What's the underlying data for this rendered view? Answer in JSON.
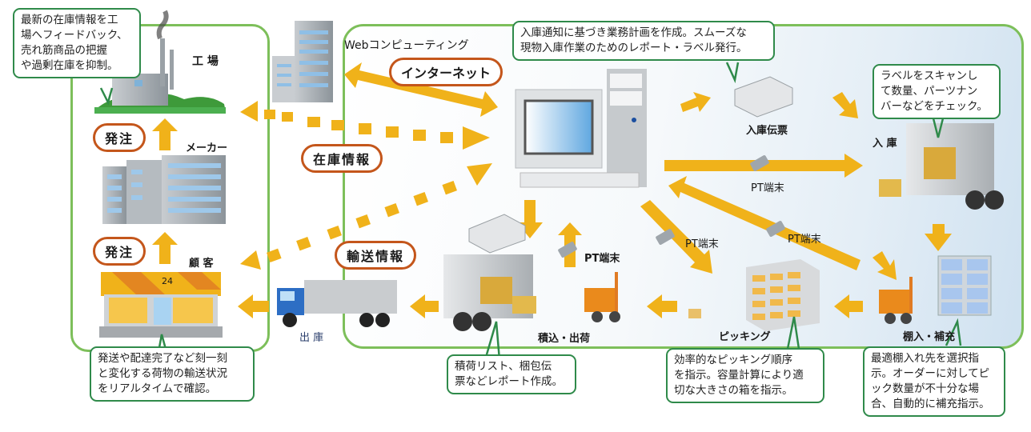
{
  "callouts": {
    "factory_feedback": [
      "最新の在庫情報を工",
      "場へフィードバック、",
      "売れ筋商品の把握",
      "や過剰在庫を抑制。"
    ],
    "receiving_plan": [
      "入庫通知に基づき業務計画を作成。スムーズな",
      "現物入庫作業のためのレポート・ラベル発行。"
    ],
    "label_scan": [
      "ラベルをスキャンし",
      "て数量、パーツナン",
      "バーなどをチェック。"
    ],
    "delivery_status": [
      "発送や配達完了など刻一刻",
      "と変化する荷物の輸送状況",
      "をリアルタイムで確認。"
    ],
    "loading_list": [
      "積荷リスト、梱包伝",
      "票などレポート作成。"
    ],
    "picking_order": [
      "効率的なピッキング順序",
      "を指示。容量計算により適",
      "切な大きさの箱を指示。"
    ],
    "shelving": [
      "最適棚入れ先を選択指",
      "示。オーダーに対してピ",
      "ック数量が不十分な場",
      "合、自動的に補充指示。"
    ]
  },
  "pills": {
    "internet": "インターネット",
    "inventory_info": "在庫情報",
    "transport_info": "輸送情報",
    "order_1": "発注",
    "order_2": "発注"
  },
  "labels": {
    "web_computing": "Webコンピューティング",
    "factory": "工 場",
    "maker": "メーカー",
    "customer": "顧 客",
    "store_sign": "24",
    "shipping_out": "出 庫",
    "receiving_slip": "入庫伝票",
    "receiving": "入 庫",
    "pt_terminal_1": "PT端末",
    "pt_terminal_2": "PT端末",
    "pt_terminal_3": "PT端末",
    "pt_terminal_4": "PT端末",
    "loading_shipping": "積込・出荷",
    "picking": "ピッキング",
    "shelving_replenish": "棚入・補充"
  },
  "colors": {
    "arrow": "#f0b21a",
    "panel_border": "#7dbf5a",
    "callout_border": "#2f8a4a",
    "pill_border": "#c4561b"
  }
}
